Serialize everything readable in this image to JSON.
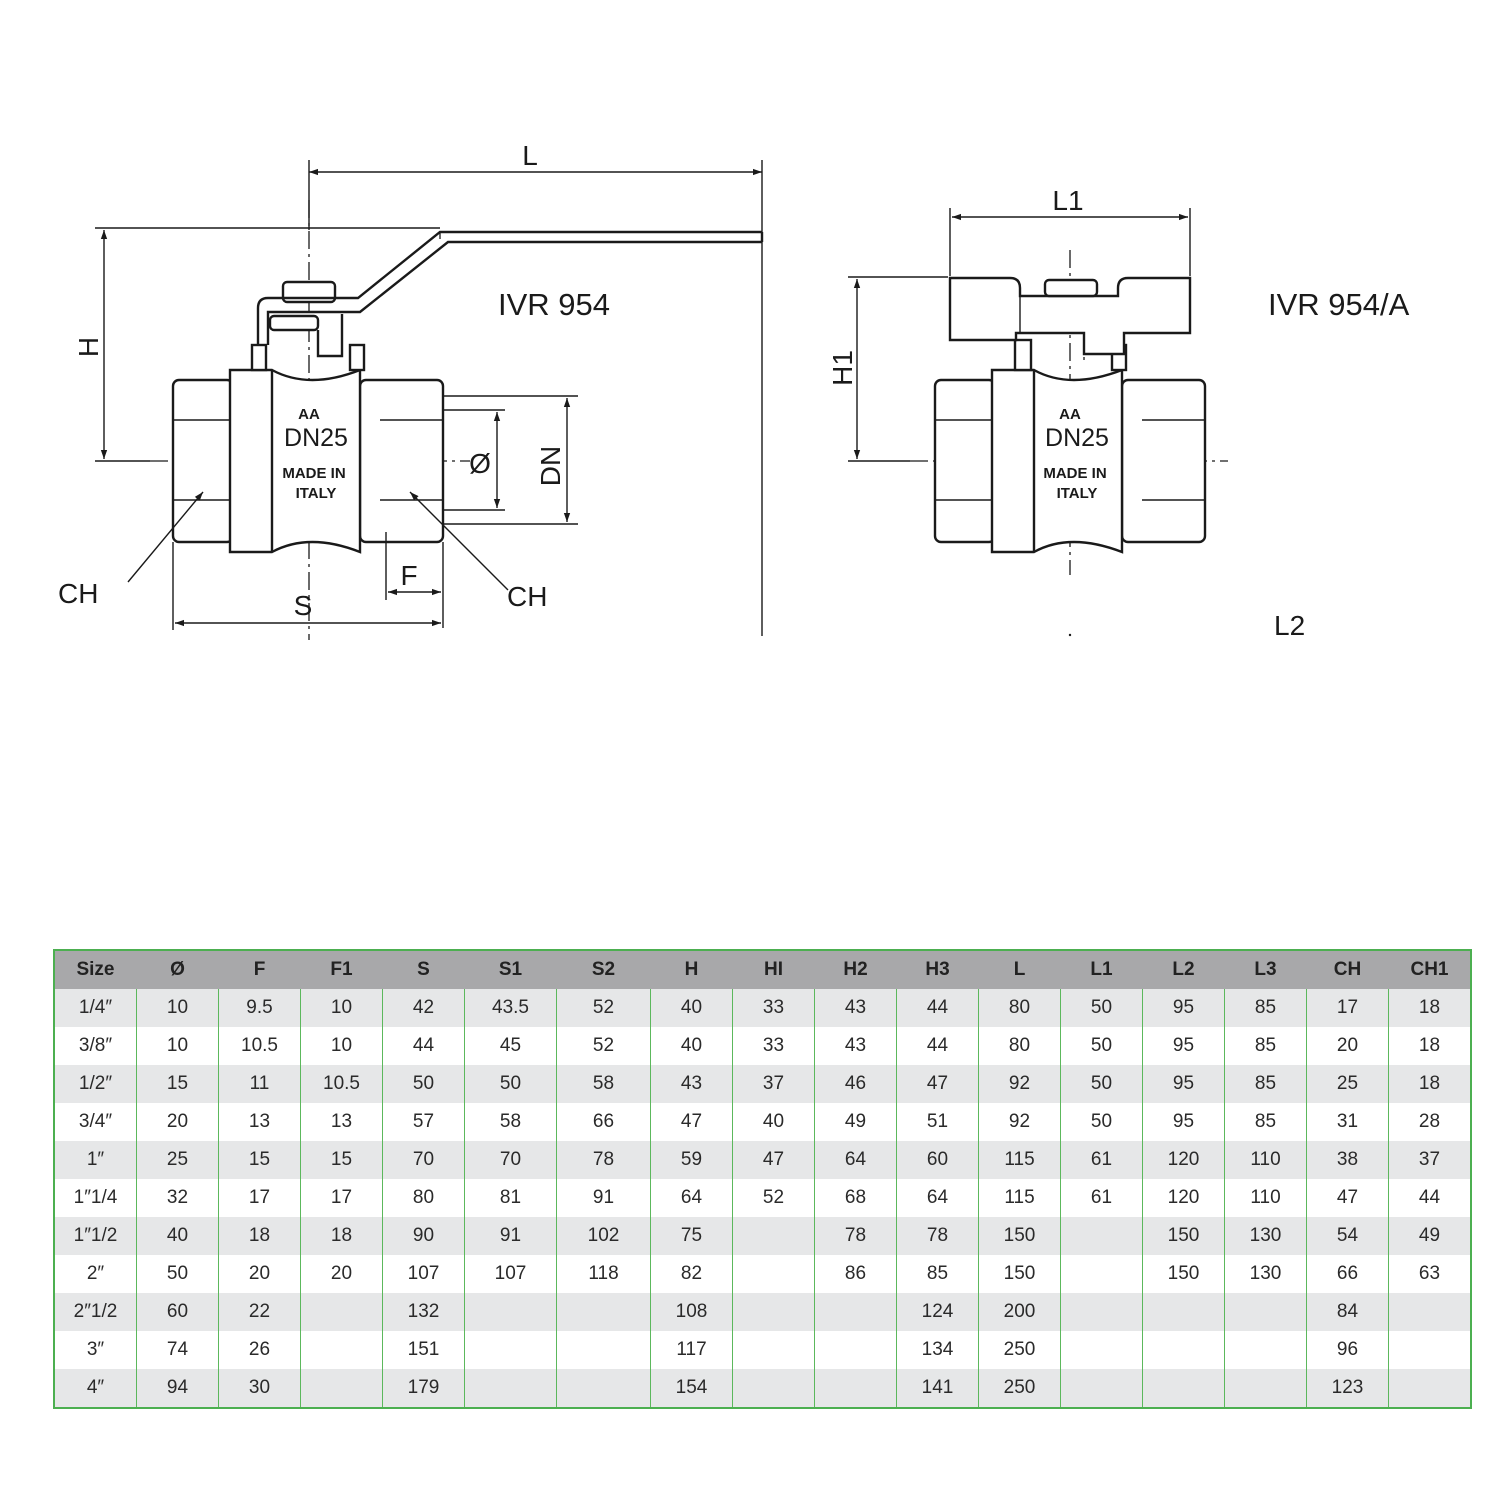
{
  "drawing": {
    "model_lever": "IVR 954",
    "model_butterfly": "IVR 954/A",
    "dims": {
      "L": "L",
      "H": "H",
      "DN": "DN",
      "F": "F",
      "S": "S",
      "CH_left": "CH",
      "CH_right": "CH",
      "diameter": "Ø",
      "L1": "L1",
      "H1": "H1",
      "L2": "L2"
    },
    "body_marking": {
      "line1": "AA",
      "line2": "DN25",
      "line3": "MADE IN",
      "line4": "ITALY"
    }
  },
  "table": {
    "columns": [
      "Size",
      "Ø",
      "F",
      "F1",
      "S",
      "S1",
      "S2",
      "H",
      "HI",
      "H2",
      "H3",
      "L",
      "L1",
      "L2",
      "L3",
      "CH",
      "CH1"
    ],
    "rows": [
      [
        "1/4″",
        "10",
        "9.5",
        "10",
        "42",
        "43.5",
        "52",
        "40",
        "33",
        "43",
        "44",
        "80",
        "50",
        "95",
        "85",
        "17",
        "18"
      ],
      [
        "3/8″",
        "10",
        "10.5",
        "10",
        "44",
        "45",
        "52",
        "40",
        "33",
        "43",
        "44",
        "80",
        "50",
        "95",
        "85",
        "20",
        "18"
      ],
      [
        "1/2″",
        "15",
        "11",
        "10.5",
        "50",
        "50",
        "58",
        "43",
        "37",
        "46",
        "47",
        "92",
        "50",
        "95",
        "85",
        "25",
        "18"
      ],
      [
        "3/4″",
        "20",
        "13",
        "13",
        "57",
        "58",
        "66",
        "47",
        "40",
        "49",
        "51",
        "92",
        "50",
        "95",
        "85",
        "31",
        "28"
      ],
      [
        "1″",
        "25",
        "15",
        "15",
        "70",
        "70",
        "78",
        "59",
        "47",
        "64",
        "60",
        "115",
        "61",
        "120",
        "110",
        "38",
        "37"
      ],
      [
        "1″1/4",
        "32",
        "17",
        "17",
        "80",
        "81",
        "91",
        "64",
        "52",
        "68",
        "64",
        "115",
        "61",
        "120",
        "110",
        "47",
        "44"
      ],
      [
        "1″1/2",
        "40",
        "18",
        "18",
        "90",
        "91",
        "102",
        "75",
        "",
        "78",
        "78",
        "150",
        "",
        "150",
        "130",
        "54",
        "49"
      ],
      [
        "2″",
        "50",
        "20",
        "20",
        "107",
        "107",
        "118",
        "82",
        "",
        "86",
        "85",
        "150",
        "",
        "150",
        "130",
        "66",
        "63"
      ],
      [
        "2″1/2",
        "60",
        "22",
        "",
        "132",
        "",
        "",
        "108",
        "",
        "",
        "124",
        "200",
        "",
        "",
        "",
        "84",
        ""
      ],
      [
        "3″",
        "74",
        "26",
        "",
        "151",
        "",
        "",
        "117",
        "",
        "",
        "134",
        "250",
        "",
        "",
        "",
        "96",
        ""
      ],
      [
        "4″",
        "94",
        "30",
        "",
        "179",
        "",
        "",
        "154",
        "",
        "",
        "141",
        "250",
        "",
        "",
        "",
        "123",
        ""
      ]
    ]
  }
}
